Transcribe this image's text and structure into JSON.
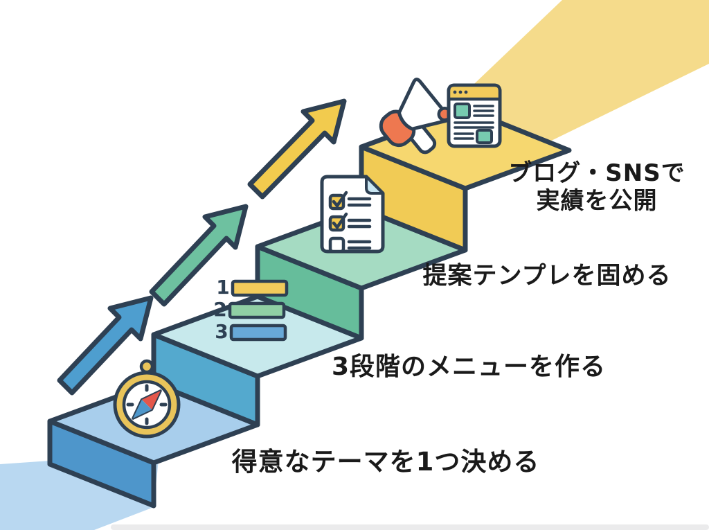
{
  "diagram": {
    "title_present": false,
    "outline_color": "#2E4053",
    "bands": {
      "bottom_ribbon_color": "#B9D8F1",
      "top_ribbon_color": "#F5DB8B"
    },
    "steps": [
      {
        "label": "得意なテーマを1つ決める",
        "icon": "compass-icon",
        "top_color": "#A8CEEC",
        "front_color": "#4E96CB"
      },
      {
        "label": "3段階のメニューを作る",
        "icon": "numbered-list-icon",
        "top_color": "#C7E9EC",
        "front_color": "#54A9CE"
      },
      {
        "label": "提案テンプレを固める",
        "icon": "checklist-icon",
        "top_color": "#A5DBC2",
        "front_color": "#66BD9B"
      },
      {
        "label": "ブログ・SNSで実績を公開",
        "label_lines": [
          "ブログ・SNSで",
          "実績を公開"
        ],
        "icon": "megaphone-and-browser-icons",
        "top_color": "#F6D76F",
        "front_color": "#F1CB55"
      }
    ],
    "arrows": [
      {
        "name": "blue-up-arrow",
        "color": "#4E9ECF"
      },
      {
        "name": "green-up-arrow",
        "color": "#6EC1A0"
      },
      {
        "name": "yellow-up-arrow",
        "color": "#F2CB4E"
      }
    ],
    "compass": {
      "ring_color": "#E9C45A",
      "face_color": "#FFFFFF",
      "needle_north_color": "#E4574B",
      "needle_south_color": "#4E97CB"
    },
    "numbered_list": {
      "items": [
        {
          "number": "1",
          "color": "#F2CB5B"
        },
        {
          "number": "2",
          "color": "#90CFA4"
        },
        {
          "number": "3",
          "color": "#68A9D8"
        }
      ]
    },
    "checklist": {
      "paper_color": "#FFFFFF",
      "fold_color": "#C9E6F2",
      "checked_box_color": "#F2C94F",
      "checked_rows": 2,
      "unchecked_rows": 1
    },
    "megaphone": {
      "body_color": "#FFFFFF",
      "accent_color": "#EE7850"
    },
    "browser": {
      "header_color": "#F2CB5B",
      "block_color": "#77CBB0"
    }
  }
}
